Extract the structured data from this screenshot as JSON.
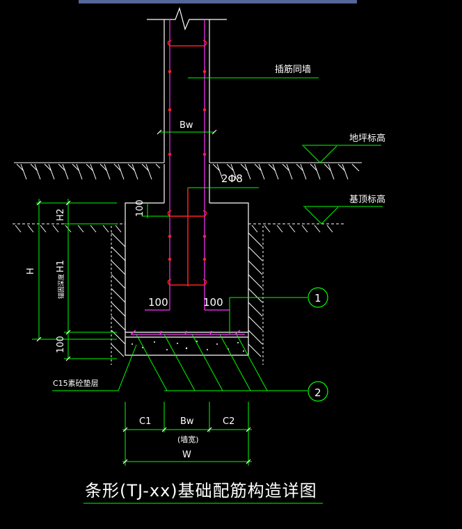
{
  "drawing": {
    "title": "条形(TJ-xx)基础配筋构造详图",
    "labels": {
      "dowel_wall": "插筋同墙",
      "ground_level": "地坪标高",
      "foundation_top": "基顶标高",
      "bw_upper": "Bw",
      "rebar_2phi8": "2Φ8",
      "h2": "H2",
      "dim_100_top": "100",
      "h": "H",
      "h1": "H1",
      "anchor_depth": "锚固深度",
      "dim_100_bottom": "100",
      "hook_left": "100",
      "hook_right": "100",
      "c15_cushion": "C15素砼垫层",
      "callout_1": "1",
      "callout_2": "2",
      "c1": "C1",
      "bw_lower": "Bw",
      "c2": "C2",
      "wall_width": "(墙宽)",
      "w": "W"
    },
    "colors": {
      "background": "#000000",
      "outline": "#ffffff",
      "dimension": "#00ff00",
      "rebar": "#ff33ff",
      "stirrup": "#ff2020",
      "top_bar": "#556699"
    }
  }
}
